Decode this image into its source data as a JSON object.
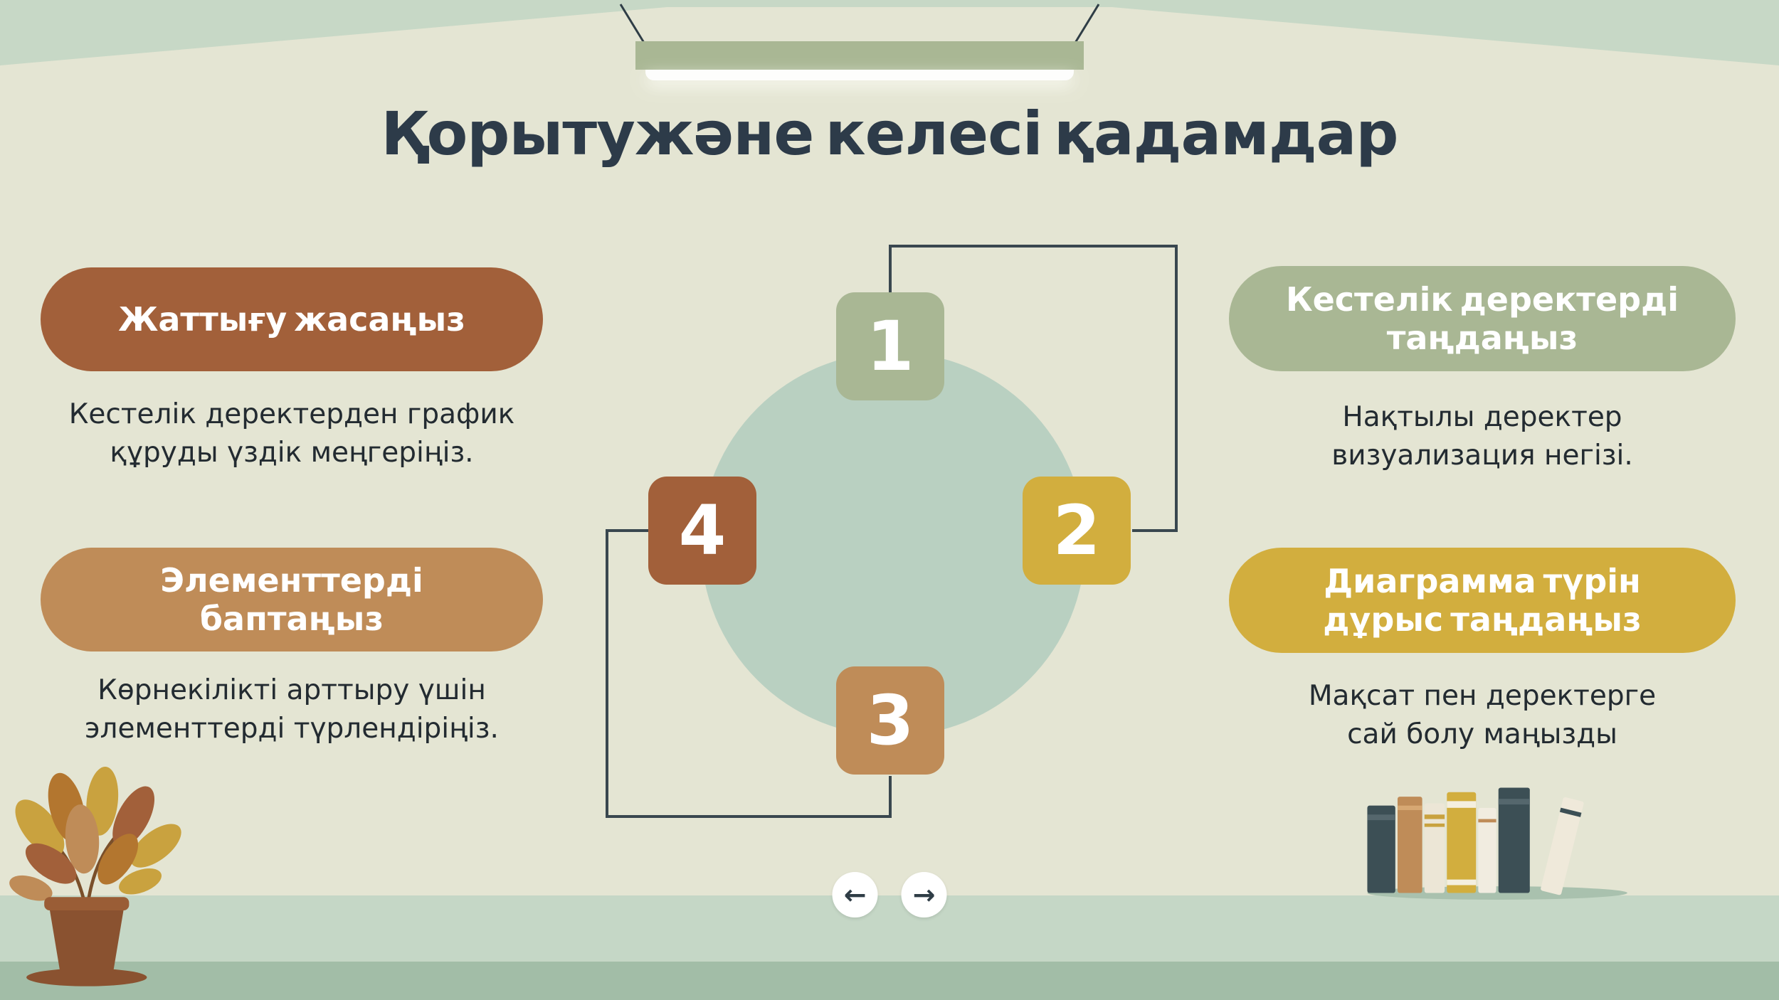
{
  "slide": {
    "title": "Қорытужәне келесі қадамдар"
  },
  "steps": [
    {
      "number": "1",
      "title": "Кестелік деректерді\nтаңдаңыз",
      "description": "Нақтылы деректер\nвизуализация негізі.",
      "accent": "#a9b794"
    },
    {
      "number": "2",
      "title": "Диаграмма түрін\nдұрыс таңдаңыз",
      "description": "Мақсат пен деректерге\nсай болу маңызды",
      "accent": "#d2ae3e"
    },
    {
      "number": "3",
      "title": "Элементтерді\nбаптаңыз",
      "description": "Көрнекілікті арттыру үшін\nэлементтерді түрлендіріңіз.",
      "accent": "#bf8c58"
    },
    {
      "number": "4",
      "title": "Жаттығу жасаңыз",
      "description": "Кестелік деректерден график\nқұруды үздік меңгеріңіз.",
      "accent": "#a2603a"
    }
  ],
  "nav": {
    "prev_icon": "←",
    "next_icon": "→"
  },
  "palette": {
    "background": "#c7d8c6",
    "wall": "#e4e5d3",
    "table_front": "#a2bda7",
    "title_text": "#2d3b49",
    "body_text": "#232b31",
    "circle": "#b9d0c1",
    "connector": "#39474f",
    "step1": "#a9b794",
    "step2": "#d2ae3e",
    "step3": "#bf8c58",
    "step4": "#a2603a"
  }
}
